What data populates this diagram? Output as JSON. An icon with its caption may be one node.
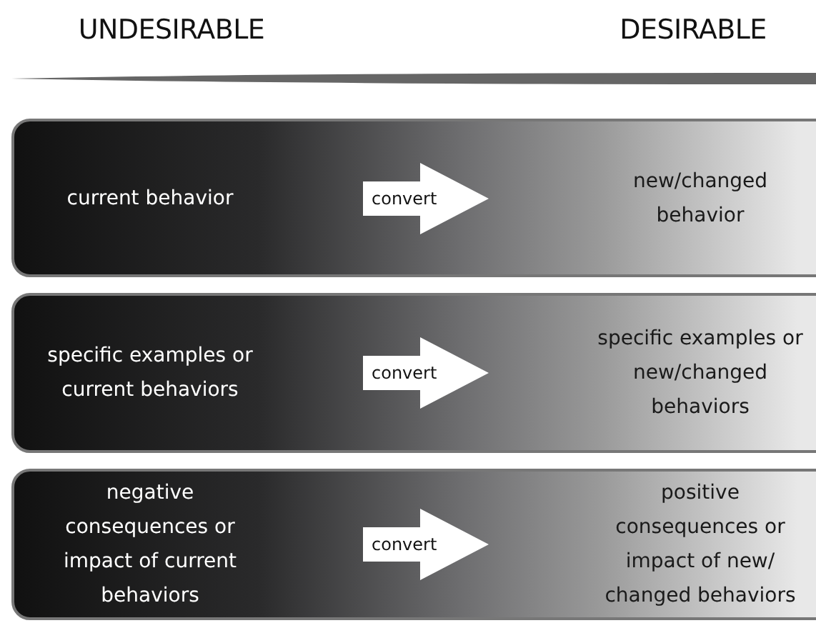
{
  "diagram": {
    "nodes": [
      {
        "text": [],
        "shape": "box"
      },
      {
        "text": [
          "current behavior"
        ],
        "in": 0
      },
      {
        "text": [
          "convert"
        ],
        "in": 0
      },
      {
        "text": [
          "new/changed behavior"
        ],
        "in": 0
      },
      {
        "text": [],
        "shape": "box"
      },
      {
        "text": [
          "specific examples or current behaviors"
        ],
        "in": 4
      },
      {
        "text": [
          "convert"
        ],
        "in": 4
      },
      {
        "text": [
          "specific examples or new/changed behaviors"
        ],
        "in": 4
      },
      {
        "text": [],
        "shape": "box"
      },
      {
        "text": [
          "negative consequences or impact of current behaviors"
        ],
        "in": 8
      },
      {
        "text": [
          "convert"
        ],
        "in": 8
      },
      {
        "text": [
          "positive consequences or impact of new/ changed behaviors"
        ],
        "in": 8
      }
    ],
    "labels": [
      "UNDESIRABLE",
      "DESIRABLE"
    ]
  }
}
